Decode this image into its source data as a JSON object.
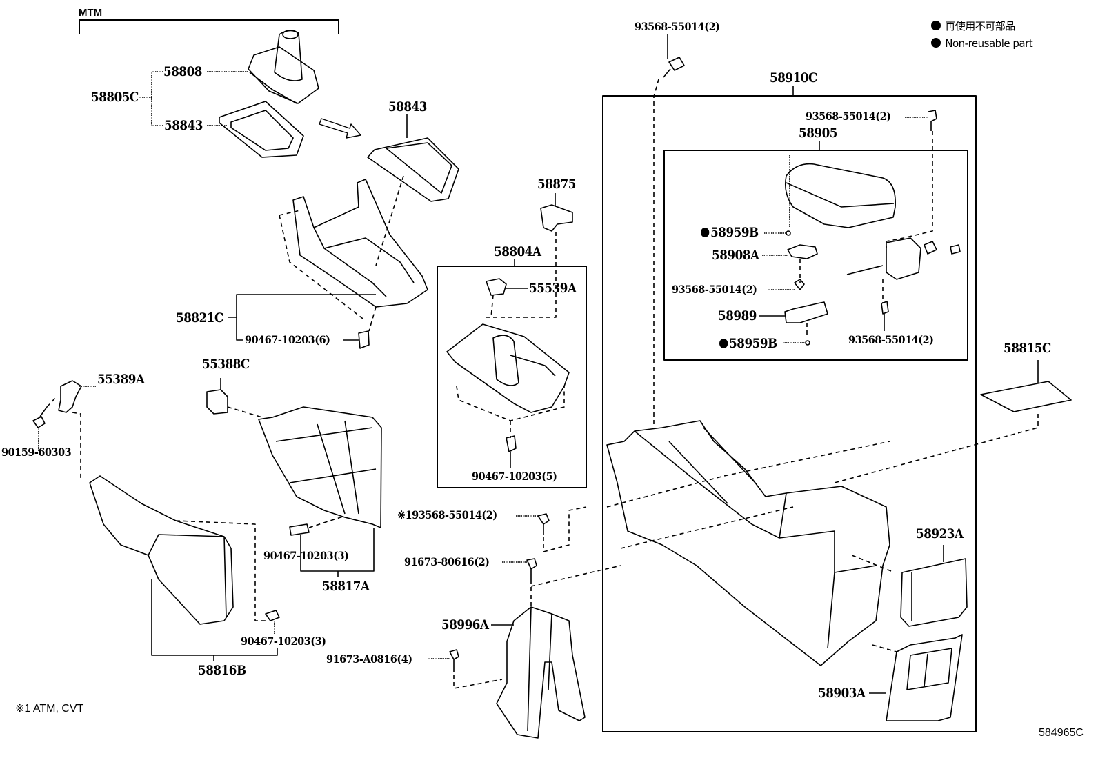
{
  "diagram": {
    "figure_id": "584965C",
    "footnote": "※1 ATM, CVT",
    "mtm_group_label": "MTM",
    "legend": {
      "items": [
        {
          "symbol": "filled-circle",
          "text": "再使用不可部品"
        },
        {
          "symbol": "filled-circle",
          "text": "Non-reusable part"
        }
      ]
    },
    "parts": {
      "p58808": "58808",
      "p58805C": "58805C",
      "p58843_left": "58843",
      "p58843_right": "58843",
      "p58821C": "58821C",
      "p90467_6": "90467-10203(6)",
      "p58875": "58875",
      "p58804A": "58804A",
      "p55539A": "55539A",
      "p90467_5": "90467-10203(5)",
      "p55389A": "55389A",
      "p90159": "90159-60303",
      "p55388C": "55388C",
      "p90467_3a": "90467-10203(3)",
      "p58817A": "58817A",
      "p90467_3b": "90467-10203(3)",
      "p58816B": "58816B",
      "p93568_atm": "※193568-55014(2)",
      "p91673_80616": "91673-80616(2)",
      "p58996A": "58996A",
      "p91673_A0816": "91673-A0816(4)",
      "p93568_top": "93568-55014(2)",
      "p58910C": "58910C",
      "p93568_box_top": "93568-55014(2)",
      "p58905": "58905",
      "p58959B_a": "58959B",
      "p58908A": "58908A",
      "p93568_box_mid": "93568-55014(2)",
      "p58989": "58989",
      "p58959B_b": "58959B",
      "p93568_box_bot": "93568-55014(2)",
      "p58815C": "58815C",
      "p58923A": "58923A",
      "p58903A": "58903A"
    }
  }
}
